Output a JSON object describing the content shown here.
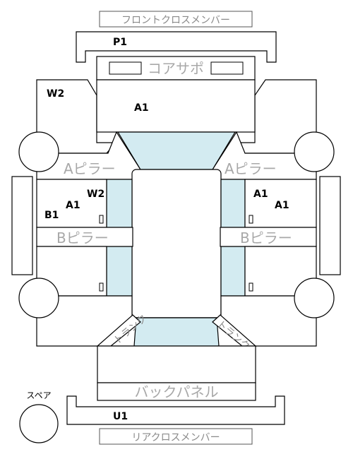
{
  "labels": {
    "front_cross_member": "フロントクロスメンバー",
    "core_support": "コアサポ",
    "a_pillar": "Aピラー",
    "b_pillar": "Bピラー",
    "back_panel": "バックパネル",
    "rear_cross_member": "リアクロスメンバー",
    "spare": "スペア",
    "trunk": "トランク"
  },
  "codes": {
    "front_member": "P1",
    "left_fender": "W2",
    "hood": "A1",
    "left_front_door_w": "W2",
    "left_front_door_a": "A1",
    "left_b": "B1",
    "right_front_door_a1": "A1",
    "right_front_door_a2": "A1",
    "rear_member": "U1"
  },
  "colors": {
    "glass": "#d3ebf1",
    "outline": "#000000",
    "label_gray": "#9a9a9a"
  }
}
